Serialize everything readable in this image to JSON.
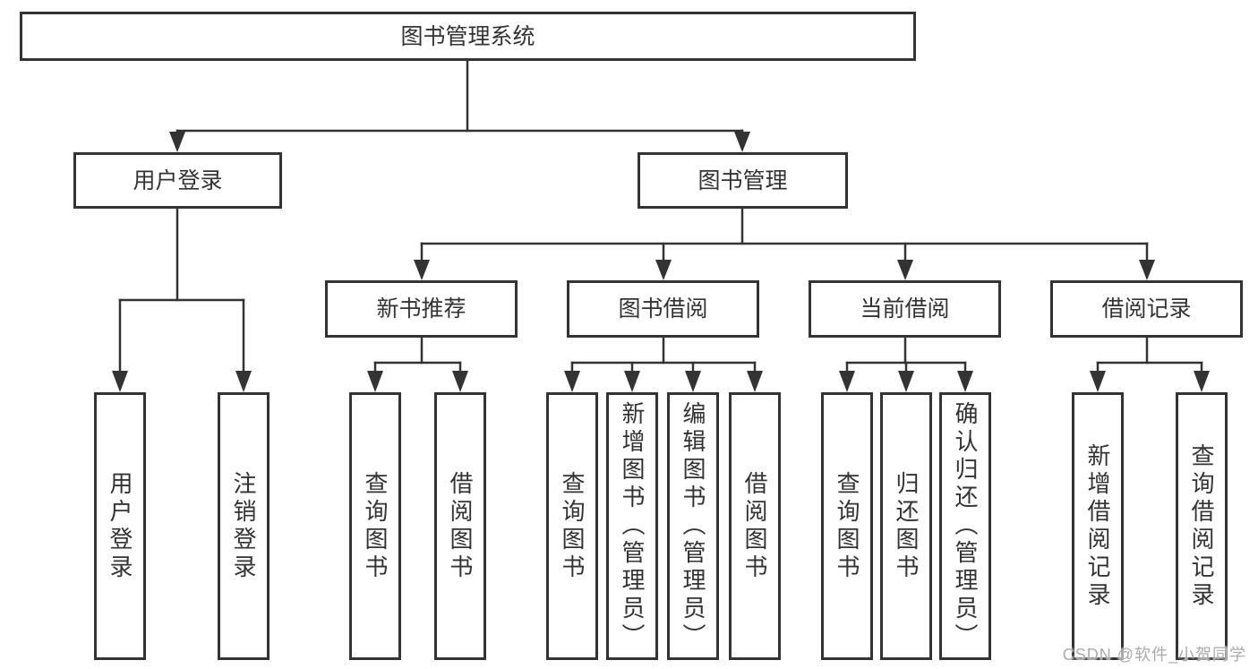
{
  "colors": {
    "line": "#333333",
    "border": "#333333",
    "text": "#333333",
    "watermark": "#ababab",
    "background": "#ffffff"
  },
  "nodes": {
    "root": {
      "label": "图书管理系统"
    },
    "user_login": {
      "label": "用户登录"
    },
    "book_mgmt": {
      "label": "图书管理"
    },
    "new_book_rec": {
      "label": "新书推荐"
    },
    "book_borrow": {
      "label": "图书借阅"
    },
    "current_borrow": {
      "label": "当前借阅"
    },
    "borrow_records": {
      "label": "借阅记录"
    },
    "leaf_user_login": {
      "label": "用户登录"
    },
    "leaf_logout": {
      "label": "注销登录"
    },
    "rec_query_book": {
      "label": "查询图书"
    },
    "rec_borrow_book": {
      "label": "借阅图书"
    },
    "bb_query_book": {
      "label": "查询图书"
    },
    "bb_add_book": {
      "label": "新增图书（管理员）"
    },
    "bb_edit_book": {
      "label": "编辑图书（管理员）"
    },
    "bb_borrow_book": {
      "label": "借阅图书"
    },
    "cb_query_book": {
      "label": "查询图书"
    },
    "cb_return_book": {
      "label": "归还图书"
    },
    "cb_confirm_return": {
      "label": "确认归还（管理员）"
    },
    "br_add_record": {
      "label": "新增借阅记录"
    },
    "br_query_record": {
      "label": "查询借阅记录"
    }
  },
  "watermark": {
    "text": "CSDN @软件_小贺同学"
  }
}
